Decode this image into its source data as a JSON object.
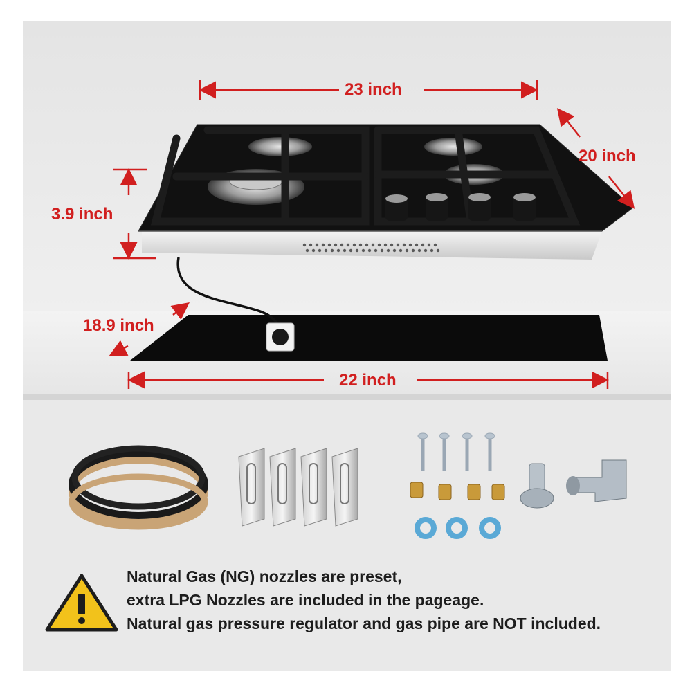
{
  "dimensions": {
    "width_top": "23 inch",
    "depth_top": "20 inch",
    "height": "3.9 inch",
    "cutout_depth": "18.9 inch",
    "cutout_width": "22 inch"
  },
  "notice": {
    "line1": "Natural Gas (NG) nozzles are preset,",
    "line2": "extra LPG Nozzles are included in the pageage.",
    "line3": "Natural gas pressure regulator and gas pipe are NOT included."
  },
  "icons": [
    "warning-icon",
    "power-plug-icon"
  ],
  "colors": {
    "dimension_text": "#d11f1f",
    "warning_yellow": "#f2c21b",
    "cutout": "#0b0b0b"
  }
}
